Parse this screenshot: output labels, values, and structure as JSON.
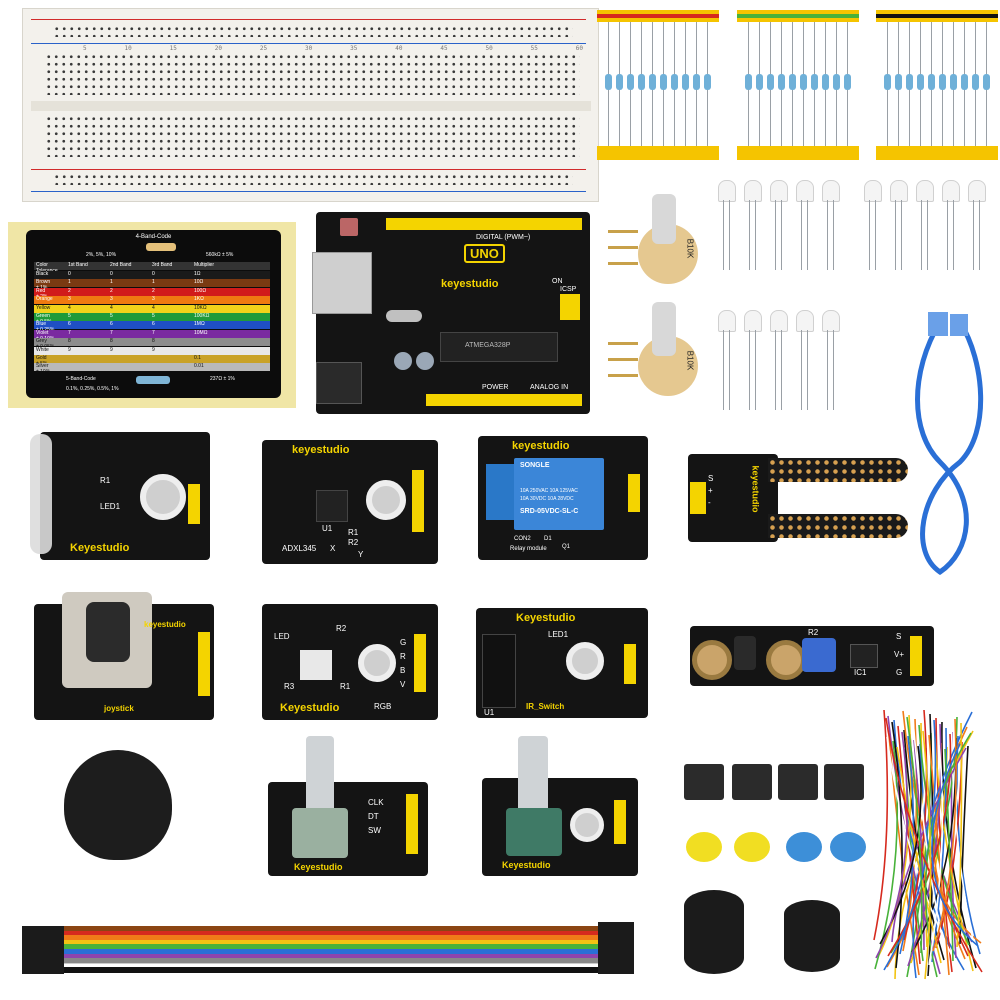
{
  "breadboard": {
    "numbers": [
      "5",
      "10",
      "15",
      "20",
      "25",
      "30",
      "35",
      "40",
      "45",
      "50",
      "55",
      "60"
    ]
  },
  "resistor_chart": {
    "title": "4-Band-Code",
    "tolerance_line": "2%, 5%, 10%",
    "value_line": "560kΩ ± 5%",
    "headers": [
      "Color",
      "1st Band",
      "2nd Band",
      "3rd Band",
      "Multiplier",
      "Tolerance"
    ],
    "rows": [
      {
        "color": "Black",
        "b1": "0",
        "b2": "0",
        "b3": "0",
        "mult": "1Ω",
        "tol": "",
        "bg": "#1a1a1a"
      },
      {
        "color": "Brown",
        "b1": "1",
        "b2": "1",
        "b3": "1",
        "mult": "10Ω",
        "tol": "± 1%",
        "bg": "#7a3a12"
      },
      {
        "color": "Red",
        "b1": "2",
        "b2": "2",
        "b3": "2",
        "mult": "100Ω",
        "tol": "± 2%",
        "bg": "#d11b1b"
      },
      {
        "color": "Orange",
        "b1": "3",
        "b2": "3",
        "b3": "3",
        "mult": "1KΩ",
        "tol": "",
        "bg": "#ef7a11"
      },
      {
        "color": "Yellow",
        "b1": "4",
        "b2": "4",
        "b3": "4",
        "mult": "10KΩ",
        "tol": "",
        "bg": "#f2d21a"
      },
      {
        "color": "Green",
        "b1": "5",
        "b2": "5",
        "b3": "5",
        "mult": "100KΩ",
        "tol": "± 0.5%",
        "bg": "#1f9a3a"
      },
      {
        "color": "Blue",
        "b1": "6",
        "b2": "6",
        "b3": "6",
        "mult": "1MΩ",
        "tol": "± 0.25%",
        "bg": "#1f4fc4"
      },
      {
        "color": "Violet",
        "b1": "7",
        "b2": "7",
        "b3": "7",
        "mult": "10MΩ",
        "tol": "± 0.10%",
        "bg": "#7a2aa0"
      },
      {
        "color": "Grey",
        "b1": "8",
        "b2": "8",
        "b3": "8",
        "mult": "",
        "tol": "± 0.05%",
        "bg": "#8c8c8c"
      },
      {
        "color": "White",
        "b1": "9",
        "b2": "9",
        "b3": "9",
        "mult": "",
        "tol": "",
        "bg": "#e8e8e8"
      },
      {
        "color": "Gold",
        "b1": "",
        "b2": "",
        "b3": "",
        "mult": "0.1",
        "tol": "± 5%",
        "bg": "#c9a227"
      },
      {
        "color": "Silver",
        "b1": "",
        "b2": "",
        "b3": "",
        "mult": "0.01",
        "tol": "± 10%",
        "bg": "#b9b9b9"
      }
    ],
    "footer_title": "5-Band-Code",
    "footer_tolerance": "0.1%, 0.25%, 0.5%, 1%",
    "footer_value": "237Ω ± 1%"
  },
  "uno_board": {
    "brand": "keyestudio",
    "model": "UNO",
    "digital_label": "DIGITAL (PWM~)",
    "power_label": "POWER",
    "analog_label": "ANALOG IN",
    "chip_text": "ATMEGA328P",
    "on_label": "ON",
    "icsp_label": "ICSP"
  },
  "potentiometer": {
    "marking": "B10K"
  },
  "modules": {
    "reed": {
      "brand": "Keyestudio",
      "led": "LED1",
      "r": "R1"
    },
    "adxl": {
      "brand": "keyestudio",
      "chip": "ADXL345",
      "axis_x": "X",
      "axis_y": "Y",
      "u": "U1",
      "r1": "R1",
      "r2": "R2"
    },
    "relay": {
      "brand": "keyestudio",
      "relay_brand": "SONGLE",
      "spec1": "10A 250VAC  10A 125VAC",
      "spec2": "10A 30VDC  10A 28VDC",
      "model": "SRD-05VDC-SL-C",
      "label": "Relay module",
      "con": "CON2",
      "d": "D1",
      "q": "Q1"
    },
    "soil": {
      "brand": "keyestudio",
      "pins": [
        "S",
        "+",
        "-"
      ]
    },
    "joystick": {
      "brand": "keyestudio",
      "label": "joystick"
    },
    "rgb": {
      "brand": "Keyestudio",
      "led": "LED",
      "label": "RGB",
      "pins": [
        "G",
        "R",
        "B",
        "V"
      ],
      "r1": "R1",
      "r2": "R2",
      "r3": "R3"
    },
    "ir_switch": {
      "brand": "Keyestudio",
      "label": "IR_Switch",
      "u": "U1",
      "led": "LED1"
    },
    "track": {
      "pins": [
        "S",
        "V+",
        "G"
      ],
      "ic": "IC1",
      "r": "R2"
    },
    "encoder1": {
      "brand": "Keyestudio",
      "pins": [
        "CLK",
        "DT",
        "SW"
      ]
    },
    "encoder2": {
      "brand": "Keyestudio"
    }
  },
  "colors": {
    "pcb": "#141414",
    "silk": "#f4d400",
    "tape": "#f5c400",
    "cable": "#2a6fd6"
  }
}
